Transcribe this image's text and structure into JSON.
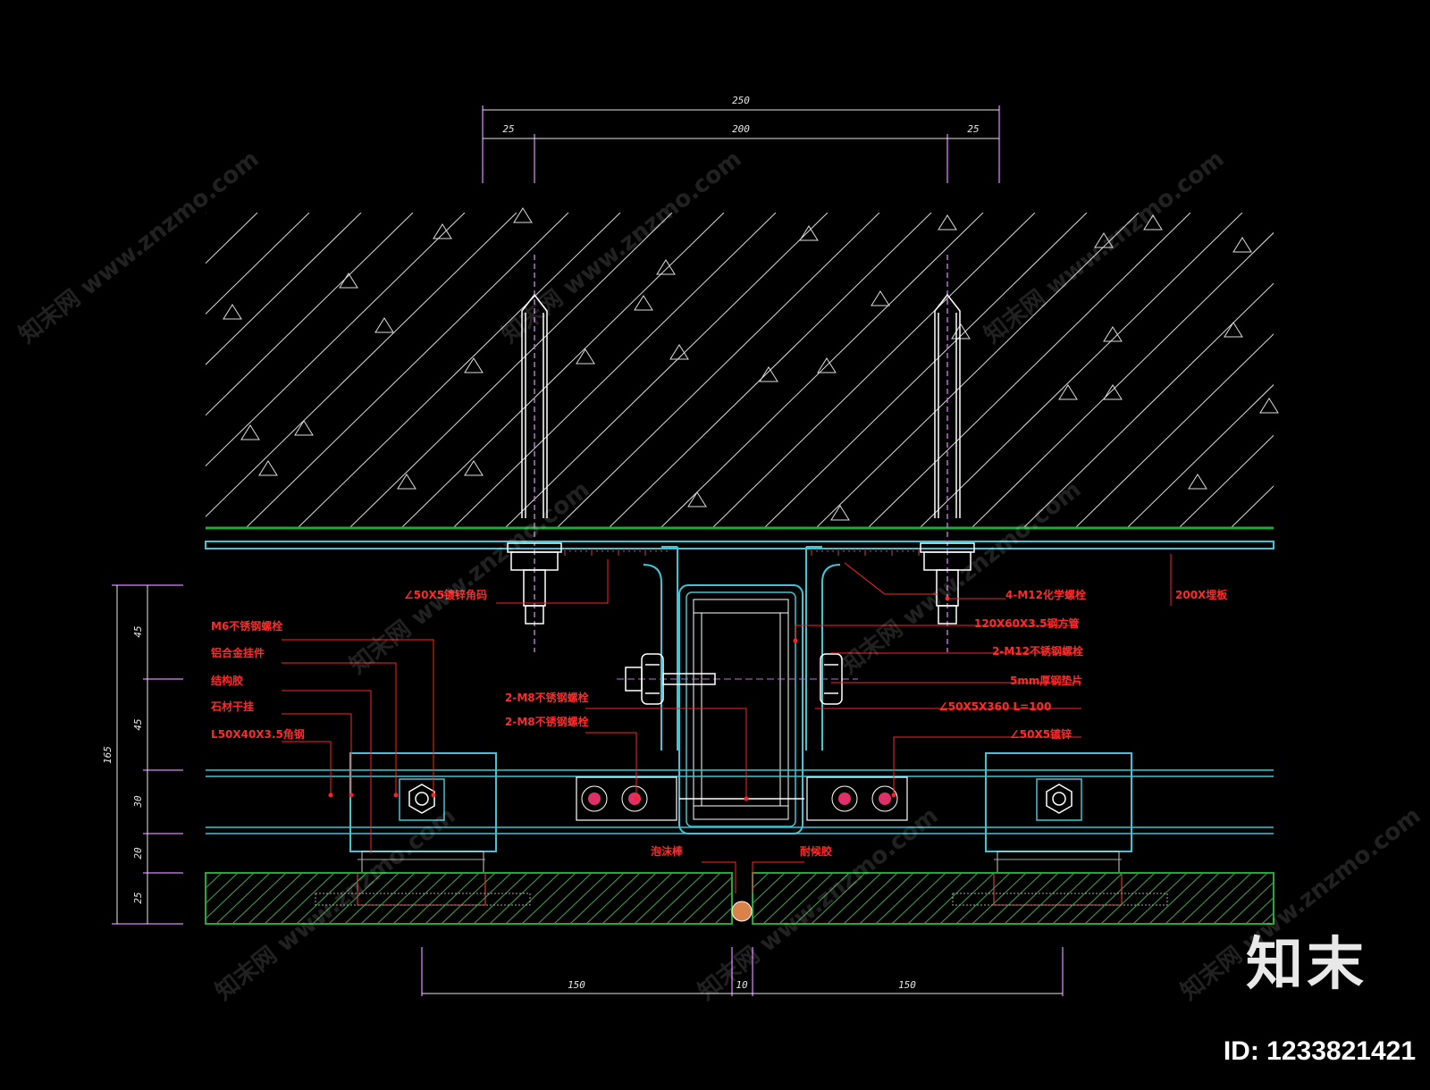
{
  "dimensions_top": {
    "overall": "250",
    "left_edge": "25",
    "middle": "200",
    "right_edge": "25"
  },
  "dimensions_left": {
    "total": "165",
    "segments": [
      "45",
      "45",
      "30",
      "20",
      "25"
    ]
  },
  "dimensions_bottom": {
    "left": "150",
    "joint": "10",
    "right": "150"
  },
  "labels": {
    "angle_top_left": "∠50X5镀锌角码",
    "bolts_anchor": "4-M12化学螺栓",
    "steel_tube": "120X60X3.5钢方管",
    "bolts_side": "2-M12不锈钢螺栓",
    "spacer": "5mm厚钢垫片",
    "angle_long": "∠50X5X360  L=100",
    "angle_short": "∠50X5镀锌",
    "embed_plate": "200X埋板",
    "left_1": "M6不锈钢螺栓",
    "left_2": "铝合金挂件",
    "left_3": "结构胶",
    "left_4": "石材干挂",
    "left_5": "L50X40X3.5角钢",
    "mid_bolts_1": "2-M8不锈钢螺栓",
    "mid_bolts_2": "2-M8不锈钢螺栓",
    "seal_left": "泡沫棒",
    "seal_right": "耐候胶"
  },
  "watermark": {
    "site": "知末网 www.znzmo.com",
    "brand": "知末",
    "id_text": "ID: 1233821421"
  },
  "colors": {
    "background": "#000000",
    "hatch": "#ffffff",
    "slab_edge": "#1faa3a",
    "steel": "#3ec6d6",
    "bolt": "#ffffff",
    "leader": "#ff2222",
    "dimension": "#b86fd6",
    "stone_hatch": "#3fa64a"
  }
}
